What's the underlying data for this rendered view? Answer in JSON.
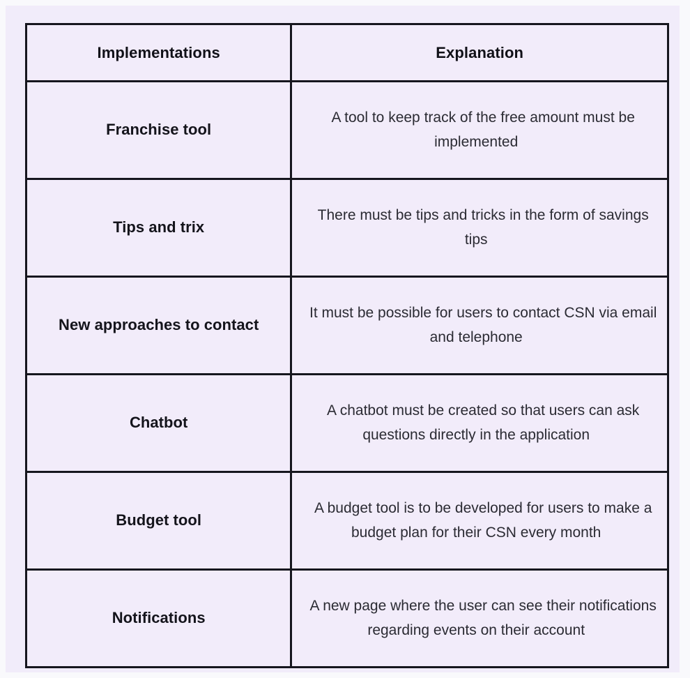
{
  "table": {
    "columns": [
      {
        "key": "implementation",
        "header": "Implementations"
      },
      {
        "key": "explanation",
        "header": "Explanation"
      }
    ],
    "rows": [
      {
        "implementation": "Franchise tool",
        "explanation": "A tool to keep track of the free amount must be implemented"
      },
      {
        "implementation": "Tips and trix",
        "explanation": "There must be tips and tricks in the form of savings tips"
      },
      {
        "implementation": "New approaches to contact",
        "explanation": "It must be possible for users to contact CSN via email and telephone"
      },
      {
        "implementation": "Chatbot",
        "explanation": "A chatbot must be created so that users can ask questions directly in the application"
      },
      {
        "implementation": "Budget tool",
        "explanation": "A budget tool is to be developed for users to make a budget plan for their CSN every month"
      },
      {
        "implementation": "Notifications",
        "explanation": "A new page where the user can see their notifications regarding events on their account"
      }
    ]
  },
  "colors": {
    "page_background": "#f1ecfa",
    "outer_margin": "#f9f9fc",
    "cell_background": "#f2ecfa",
    "border": "#16161e",
    "header_text": "#111118",
    "body_text": "#2b2b33"
  }
}
